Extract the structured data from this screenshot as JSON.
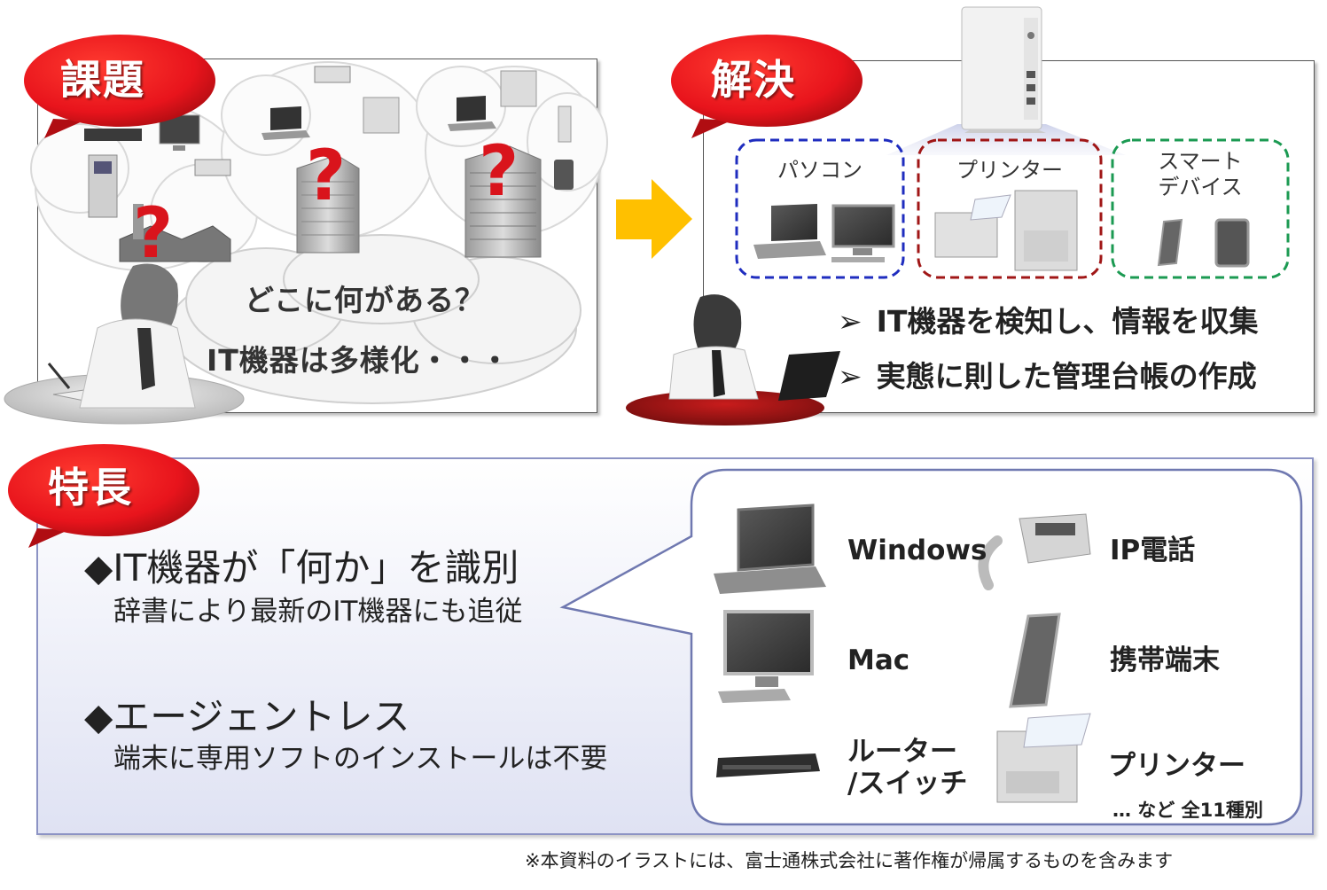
{
  "issue": {
    "badge": "課題",
    "question_line1": "どこに何がある？",
    "question_line2": "IT機器は多様化・・・",
    "question_mark": "?"
  },
  "solution": {
    "badge": "解決",
    "categories": [
      {
        "label": "パソコン",
        "color": "#1f2dbf"
      },
      {
        "label": "プリンター",
        "color": "#a01616"
      },
      {
        "label": "スマート\nデバイス",
        "color": "#1b9a52"
      }
    ],
    "bullets": [
      "IT機器を検知し、情報を収集",
      "実態に則した管理台帳の作成"
    ],
    "bullet_marker": "➢"
  },
  "features": {
    "badge": "特長",
    "items": [
      {
        "heading": "◆IT機器が「何か」を識別",
        "sub": "辞書により最新のIT機器にも追従"
      },
      {
        "heading": "◆エージェントレス",
        "sub": "端末に専用ソフトのインストールは不要"
      }
    ],
    "devices": [
      "Windows",
      "IP電話",
      "Mac",
      "携帯端末",
      "ルーター\n/スイッチ",
      "プリンター"
    ],
    "note": "… など 全11種別"
  },
  "footer": "※本資料のイラストには、富士通株式会社に著作権が帰属するものを含みます",
  "colors": {
    "badge_red": "#e8141c",
    "arrow": "#ffc000",
    "question": "#d9141c",
    "features_border": "#8c93c4"
  }
}
